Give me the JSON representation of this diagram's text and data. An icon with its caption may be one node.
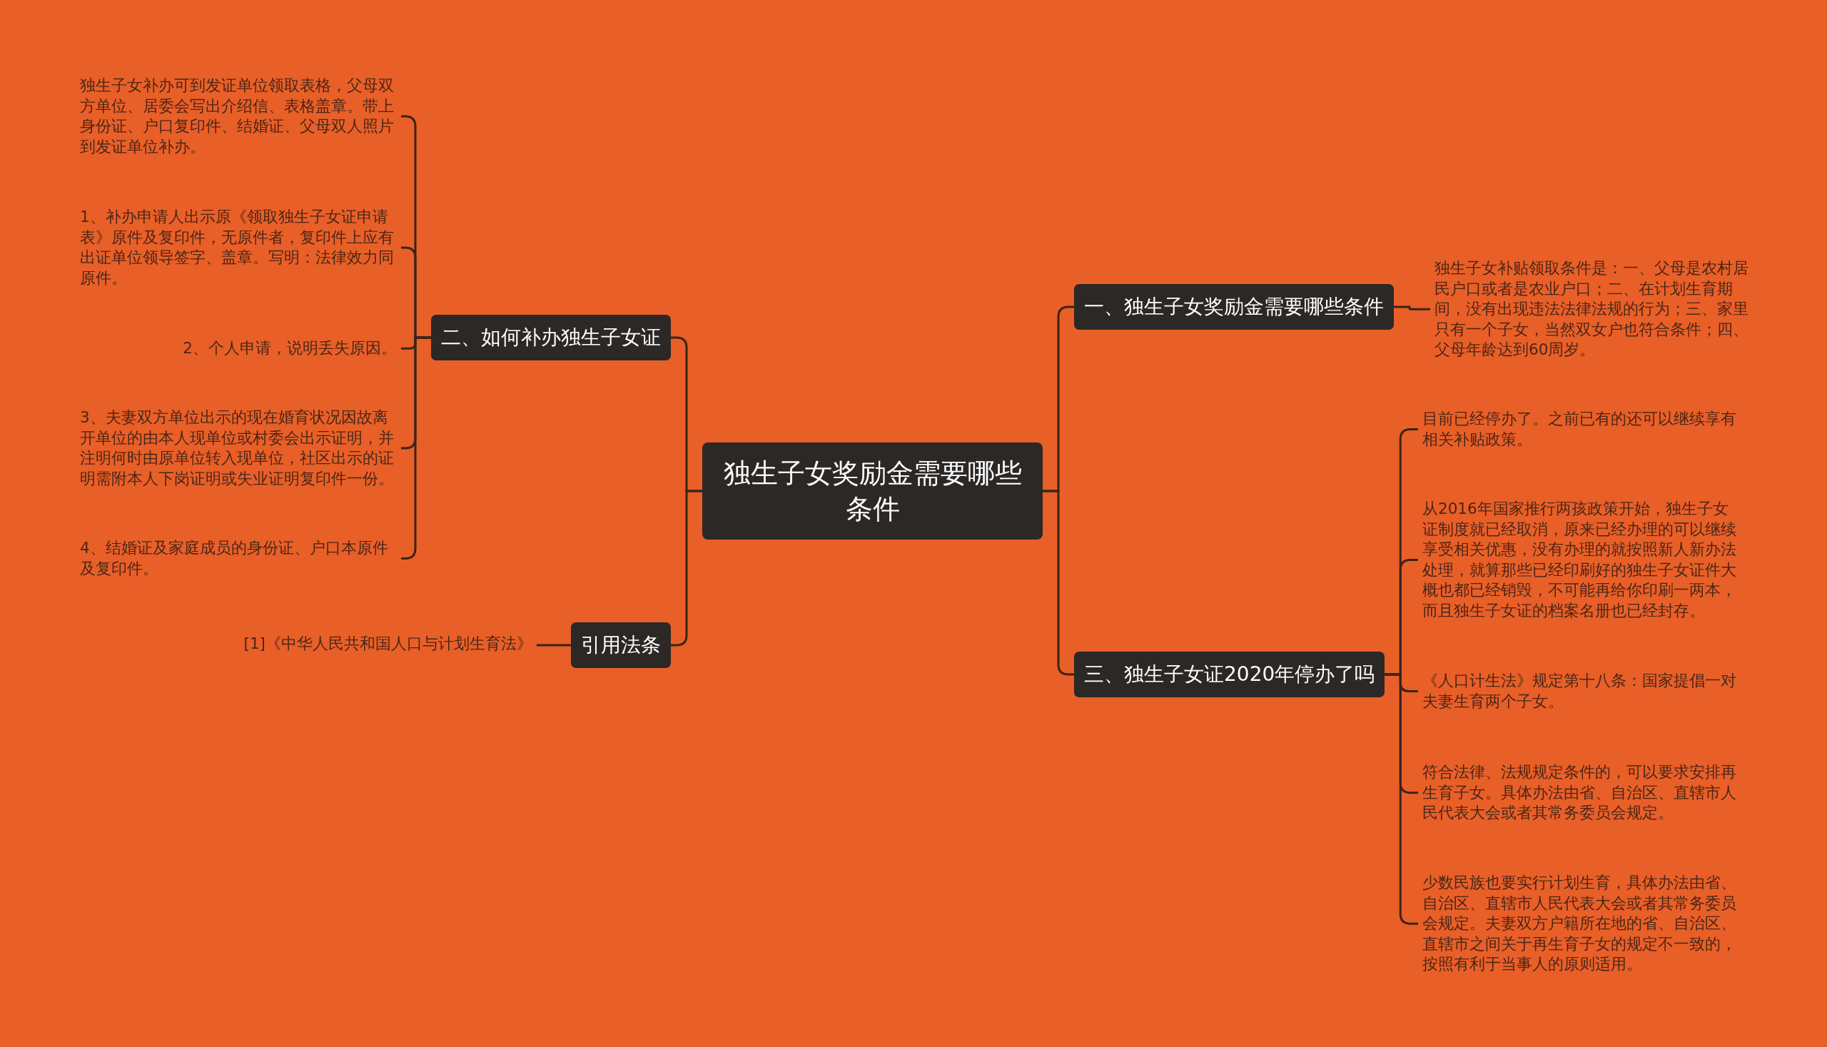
{
  "diagram": {
    "nodes": [
      {
        "text": [
          "独生子女奖励金需要哪些条件"
        ]
      },
      {
        "text": [
          "二、如何补办独生子女证"
        ]
      },
      {
        "text": [
          "独生子女补办可到发证单位领取表格，父母双方单位、居委会写出介绍信、表格盖章。带上身份证、户口复印件、结婚证、父母双人照片到发证单位补办。"
        ]
      },
      {
        "text": [
          "1、补办申请人出示原《领取独生子女证申请表》原件及复印件，无原件者，复印件上应有出证单位领导签字、盖章。写明：法律效力同原件。"
        ]
      },
      {
        "text": [
          "2、个人申请，说明丢失原因。"
        ]
      },
      {
        "text": [
          "3、夫妻双方单位出示的现在婚育状况因故离开单位的由本人现单位或村委会出示证明，并注明何时由原单位转入现单位，社区出示的证明需附本人下岗证明或失业证明复印件一份。"
        ]
      },
      {
        "text": [
          "4、结婚证及家庭成员的身份证、户口本原件及复印件。"
        ]
      },
      {
        "text": [
          "引用法条"
        ]
      },
      {
        "text": [
          "[1]《中华人民共和国人口与计划生育法》"
        ]
      },
      {
        "text": [
          "一、独生子女奖励金需要哪些条件"
        ]
      },
      {
        "text": [
          "独生子女补贴领取条件是：一、父母是农村居民户口或者是农业户口；二、在计划生育期间，没有出现违法法律法规的行为；三、家里只有一个子女，当然双女户也符合条件；四、父母年龄达到60周岁。"
        ]
      },
      {
        "text": [
          "三、独生子女证2020年停办了吗"
        ]
      },
      {
        "text": [
          "目前已经停办了。之前已有的还可以继续享有相关补贴政策。"
        ]
      },
      {
        "text": [
          "从2016年国家推行两孩政策开始，独生子女证制度就已经取消，原来已经办理的可以继续享受相关优惠，没有办理的就按照新人新办法处理，就算那些已经印刷好的独生子女证件大概也都已经销毁，不可能再给你印刷一两本，而且独生子女证的档案名册也已经封存。"
        ]
      },
      {
        "text": [
          "《人口计生法》规定第十八条：国家提倡一对夫妻生育两个子女。"
        ]
      },
      {
        "text": [
          "符合法律、法规规定条件的，可以要求安排再生育子女。具体办法由省、自治区、直辖市人民代表大会或者其常务委员会规定。"
        ]
      },
      {
        "text": [
          "少数民族也要实行计划生育，具体办法由省、自治区、直辖市人民代表大会或者其常务委员会规定。夫妻双方户籍所在地的省、自治区、直辖市之间关于再生育子女的规定不一致的，按照有利于当事人的原则适用。"
        ]
      }
    ],
    "edges": [
      {
        "from": 0,
        "to": 1,
        "arrow": "none"
      },
      {
        "from": 1,
        "to": 2,
        "arrow": "none"
      },
      {
        "from": 1,
        "to": 3,
        "arrow": "none"
      },
      {
        "from": 1,
        "to": 4,
        "arrow": "none"
      },
      {
        "from": 1,
        "to": 5,
        "arrow": "none"
      },
      {
        "from": 1,
        "to": 6,
        "arrow": "none"
      },
      {
        "from": 0,
        "to": 7,
        "arrow": "none"
      },
      {
        "from": 7,
        "to": 8,
        "arrow": "none"
      },
      {
        "from": 0,
        "to": 9,
        "arrow": "none"
      },
      {
        "from": 9,
        "to": 10,
        "arrow": "none"
      },
      {
        "from": 0,
        "to": 11,
        "arrow": "none"
      },
      {
        "from": 11,
        "to": 12,
        "arrow": "none"
      },
      {
        "from": 11,
        "to": 13,
        "arrow": "none"
      },
      {
        "from": 11,
        "to": 14,
        "arrow": "none"
      },
      {
        "from": 11,
        "to": 15,
        "arrow": "none"
      },
      {
        "from": 11,
        "to": 16,
        "arrow": "none"
      }
    ]
  }
}
